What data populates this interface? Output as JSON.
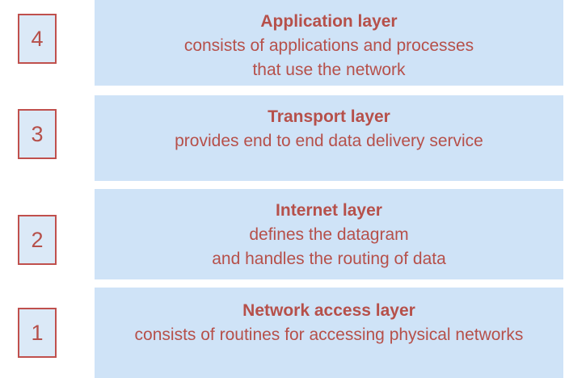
{
  "layers": [
    {
      "number": "4",
      "title": "Application layer",
      "lines": [
        "consists of applications and processes",
        "that use the network"
      ]
    },
    {
      "number": "3",
      "title": "Transport layer",
      "lines": [
        "provides end to end data delivery service"
      ]
    },
    {
      "number": "2",
      "title": "Internet layer",
      "lines": [
        "defines the datagram",
        "and handles the routing of data"
      ]
    },
    {
      "number": "1",
      "title": "Network access layer",
      "lines": [
        "consists of routines for accessing  physical networks"
      ]
    }
  ],
  "colors": {
    "text": "#b6504a",
    "number_border": "#c0504d",
    "layer_fill": "#cfe3f7",
    "number_fill": "#dbe9f7"
  }
}
